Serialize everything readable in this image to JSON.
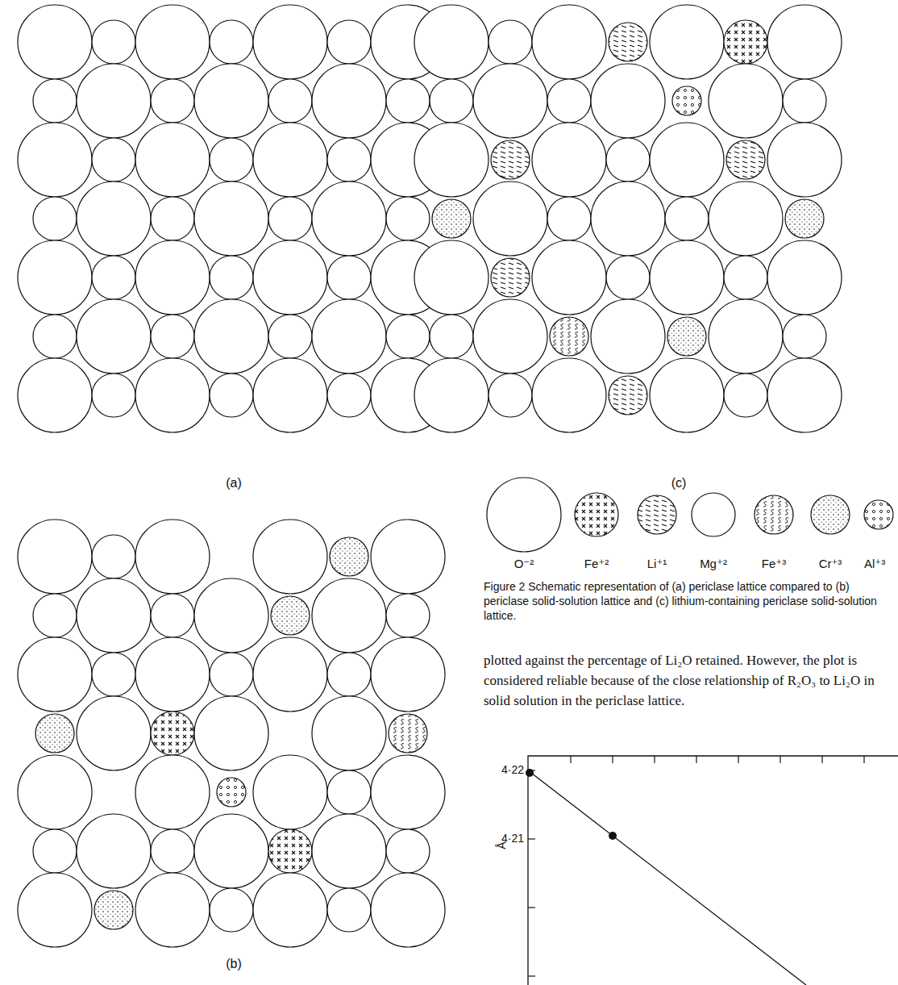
{
  "diagram": {
    "caption": "Figure 2 Schematic representation of (a) periclase lattice compared to (b) periclase solid-solution lattice and (c) lithium-containing periclase solid-solution lattice.",
    "labels": [
      "(a)",
      "(c)",
      "(b)",
      "plotted against the percentage of Li₂O retained. However, the plot is considered reliable because of the close relationship of R₂O₃ to Li₂O in solid solution in the periclase lattice.",
      "4·22",
      "4·21",
      "Å"
    ],
    "legend": [
      {
        "text": "O⁻²"
      },
      {
        "text": "Fe⁺²"
      },
      {
        "text": "Li⁺¹"
      },
      {
        "text": "Mg⁺²"
      },
      {
        "text": "Fe⁺³"
      },
      {
        "text": "Cr⁺³"
      },
      {
        "text": "Al⁺³"
      }
    ]
  }
}
